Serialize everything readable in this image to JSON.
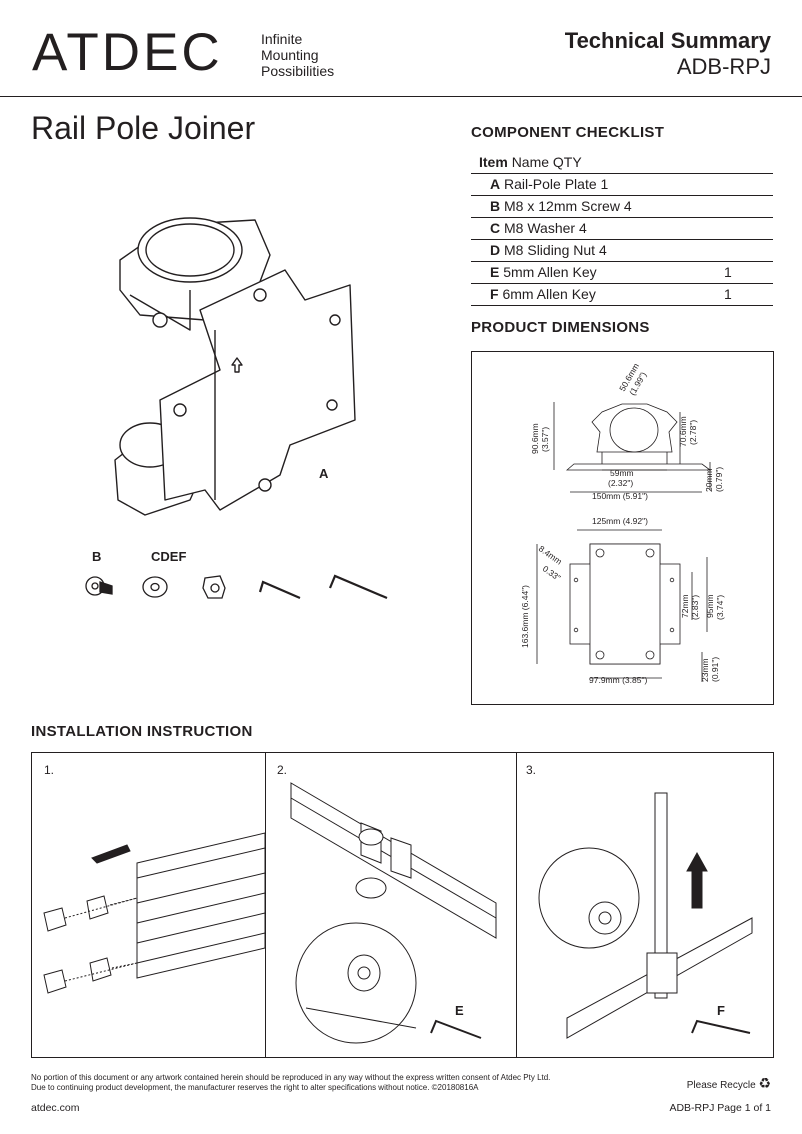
{
  "header": {
    "logo": "ATDEC",
    "tagline": [
      "Infinite",
      "Mounting",
      "Possibilities"
    ],
    "doc_type": "Technical Summary",
    "doc_code": "ADB-RPJ"
  },
  "product_title": "Rail Pole Joiner",
  "part_labels": {
    "a": "A",
    "b": "B",
    "cdef": "CDEF"
  },
  "checklist": {
    "heading": "COMPONENT CHECKLIST",
    "header": {
      "item": "Item",
      "rest": "Name QTY"
    },
    "rows": [
      {
        "letter": "A",
        "name": "Rail-Pole Plate 1",
        "qty": ""
      },
      {
        "letter": "B",
        "name": "M8 x 12mm Screw 4",
        "qty": ""
      },
      {
        "letter": "C",
        "name": "M8 Washer 4",
        "qty": ""
      },
      {
        "letter": "D",
        "name": "M8 Sliding Nut 4",
        "qty": ""
      },
      {
        "letter": "E",
        "name": "5mm Allen Key",
        "qty": "1"
      },
      {
        "letter": "F",
        "name": "6mm Allen Key",
        "qty": "1"
      }
    ]
  },
  "dimensions": {
    "heading": "PRODUCT DIMENSIONS",
    "top": {
      "dia": "50.6mm",
      "dia_in": "(1.99\")",
      "h": "90.6mm",
      "h_in": "(3.57\")",
      "h2": "70.6mm",
      "h2_in": "(2.78\")",
      "inner": "59mm",
      "inner_in": "(2.32\")",
      "width": "150mm (5.91\")",
      "thick": "20mm",
      "thick_in": "(0.79\")"
    },
    "bottom": {
      "width": "125mm (4.92\")",
      "hole": "8.4mm",
      "hole_in": "0.33\"",
      "height": "163.6mm (6.44\")",
      "v1": "72mm",
      "v1_in": "(2.83\")",
      "v2": "95mm",
      "v2_in": "(3.74\")",
      "v3": "23mm",
      "v3_in": "(0.91\")",
      "base": "97.9mm (3.85\")"
    }
  },
  "installation": {
    "heading": "INSTALLATION INSTRUCTION",
    "steps": [
      {
        "num": "1.",
        "label": ""
      },
      {
        "num": "2.",
        "label": "E"
      },
      {
        "num": "3.",
        "label": "F"
      }
    ]
  },
  "footer": {
    "disclaimer_1": "No portion of this document or any artwork contained herein should be reproduced in any way without the express written consent of Atdec Pty Ltd.",
    "disclaimer_2": "Due to continuing product development, the manufacturer reserves the right to alter specifications without notice. ©20180816A",
    "recycle": "Please Recycle",
    "website": "atdec.com",
    "page": "ADB-RPJ Page 1 of 1"
  }
}
